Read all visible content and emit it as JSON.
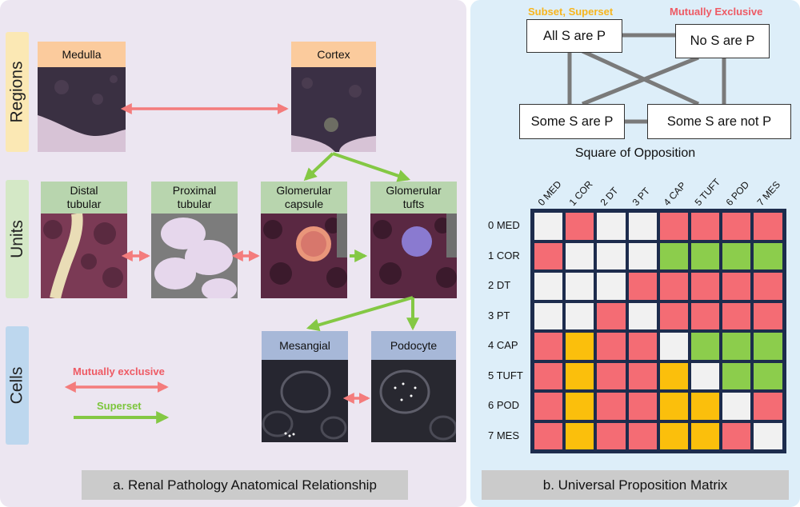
{
  "panel_a": {
    "rows": {
      "regions": "Regions",
      "units": "Units",
      "cells": "Cells"
    },
    "tiles": {
      "medulla": "Medulla",
      "cortex": "Cortex",
      "distal_line1": "Distal",
      "distal_line2": "tubular",
      "proximal_line1": "Proximal",
      "proximal_line2": "tubular",
      "capsule_line1": "Glomerular",
      "capsule_line2": "capsule",
      "tufts_line1": "Glomerular",
      "tufts_line2": "tufts",
      "mesangial": "Mesangial",
      "podocyte": "Podocyte"
    },
    "legend": {
      "mutually_exclusive": "Mutually exclusive",
      "superset": "Superset"
    },
    "caption": "a. Renal Pathology Anatomical Relationship"
  },
  "panel_b": {
    "square": {
      "legend_subset": "Subset, Superset",
      "legend_mutual": "Mutually Exclusive",
      "all_s_are_p": "All S are P",
      "no_s_are_p": "No S are P",
      "some_s_are_p": "Some S are P",
      "some_s_are_not_p": "Some S are not P",
      "title": "Square of Opposition"
    },
    "matrix": {
      "labels": [
        "0 MED",
        "1 COR",
        "2 DT",
        "3 PT",
        "4 CAP",
        "5 TUFT",
        "6 POD",
        "7 MES"
      ],
      "cells": [
        [
          "w",
          "r",
          "w",
          "w",
          "r",
          "r",
          "r",
          "r"
        ],
        [
          "r",
          "w",
          "w",
          "w",
          "g",
          "g",
          "g",
          "g"
        ],
        [
          "w",
          "w",
          "w",
          "r",
          "r",
          "r",
          "r",
          "r"
        ],
        [
          "w",
          "w",
          "r",
          "w",
          "r",
          "r",
          "r",
          "r"
        ],
        [
          "r",
          "y",
          "r",
          "r",
          "w",
          "g",
          "g",
          "g"
        ],
        [
          "r",
          "y",
          "r",
          "r",
          "y",
          "w",
          "g",
          "g"
        ],
        [
          "r",
          "y",
          "r",
          "r",
          "y",
          "y",
          "w",
          "r"
        ],
        [
          "r",
          "y",
          "r",
          "r",
          "y",
          "y",
          "r",
          "w"
        ]
      ]
    },
    "caption": "b. Universal Proposition Matrix"
  },
  "colors": {
    "red": "#f46c74",
    "green": "#8ccd4c",
    "yellow": "#fbbf0c",
    "white": "#f1f1f1",
    "arrow_red": "#f47c7c",
    "arrow_green": "#84c844",
    "legend_orange": "#f7b51d",
    "legend_green": "#7cc63c",
    "legend_red": "#ee5a64"
  }
}
